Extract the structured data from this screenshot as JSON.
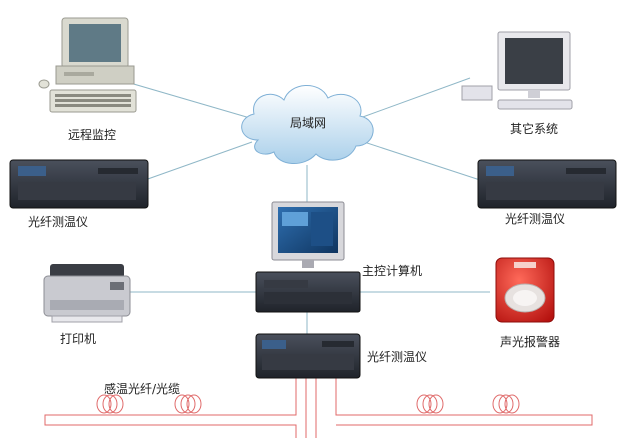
{
  "diagram": {
    "labels": {
      "remote_monitor": "远程监控",
      "other_systems": "其它系统",
      "lan": "局域网",
      "fiber_unit_left": "光纤测温仪",
      "fiber_unit_right": "光纤测温仪",
      "main_computer": "主控计算机",
      "printer": "打印机",
      "alarm": "声光报警器",
      "fiber_unit_center": "光纤测温仪",
      "sensing_cable": "感温光纤/光缆"
    },
    "colors": {
      "link_line": "#8fb7c7",
      "fiber_line": "#e06a6a",
      "server_dark": "#2b2f38",
      "cloud": "#cfe6f6",
      "alarm_red": "#d8221f"
    }
  }
}
